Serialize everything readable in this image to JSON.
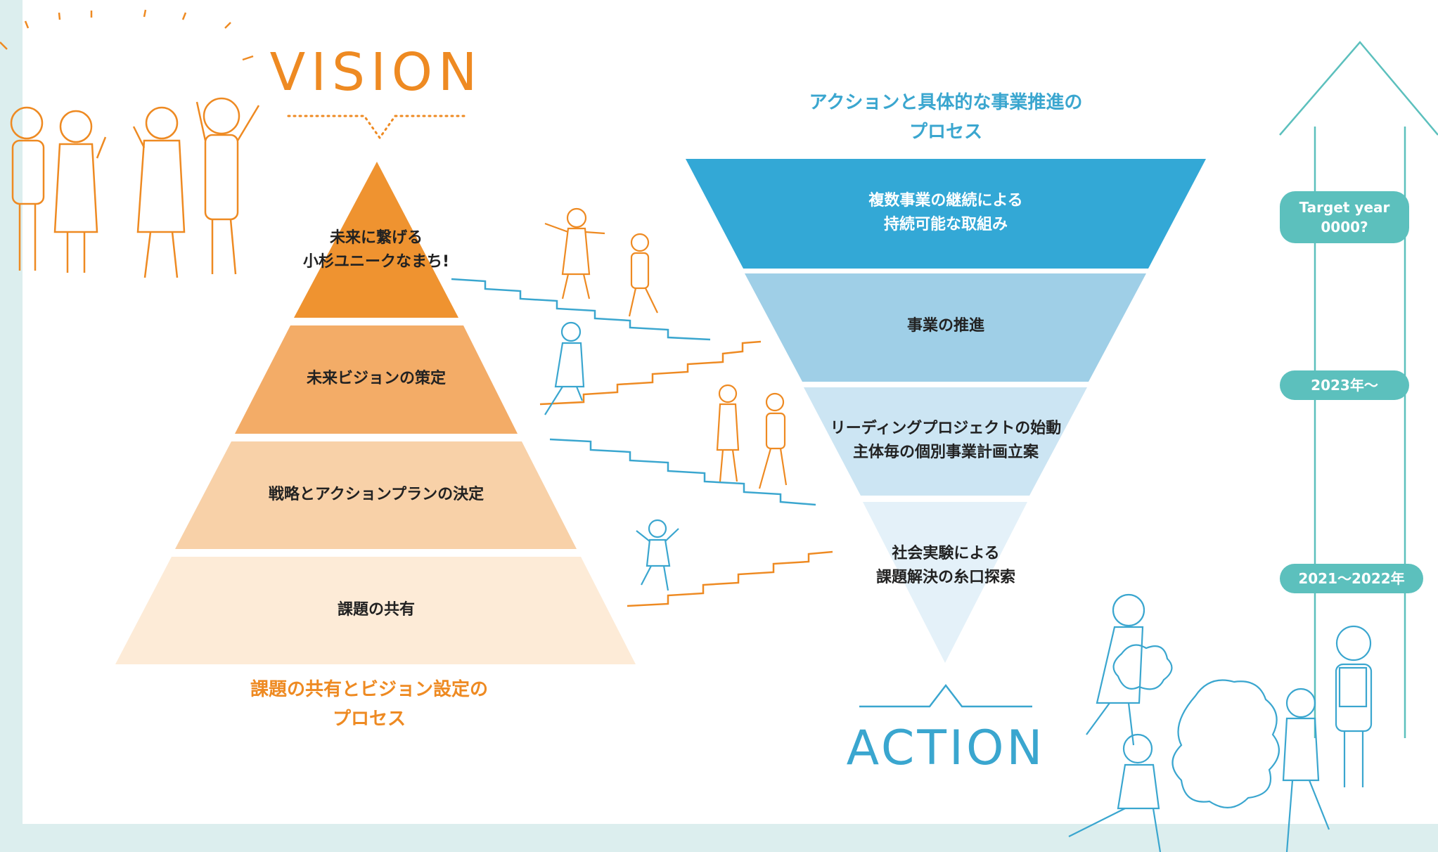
{
  "vision": {
    "title": "VISION",
    "caption": "課題の共有とビジョン設定の\nプロセス",
    "color": "#ee8a22"
  },
  "pyramid_levels": [
    {
      "label": "未来に繋げる\n小杉ユニークなまち!",
      "color": "#ef9330"
    },
    {
      "label": "未来ビジョンの策定",
      "color": "#f3ac67"
    },
    {
      "label": "戦略とアクションプランの決定",
      "color": "#f8d1a8"
    },
    {
      "label": "課題の共有",
      "color": "#fdebd7"
    }
  ],
  "action": {
    "title": "ACTION",
    "caption": "アクションと具体的な事業推進の\nプロセス",
    "color": "#3aa6cf"
  },
  "funnel_levels": [
    {
      "label": "複数事業の継続による\n持続可能な取組み",
      "color": "#33a8d6"
    },
    {
      "label": "事業の推進",
      "color": "#9fcfe7"
    },
    {
      "label": "リーディングプロジェクトの始動\n主体毎の個別事業計画立案",
      "color": "#cce5f3"
    },
    {
      "label": "社会実験による\n課題解決の糸口探索",
      "color": "#e4f1f9"
    }
  ],
  "timeline": {
    "color": "#5cc0bd",
    "badges": [
      "Target year\n0000?",
      "2023年～",
      "2021～2022年"
    ]
  }
}
